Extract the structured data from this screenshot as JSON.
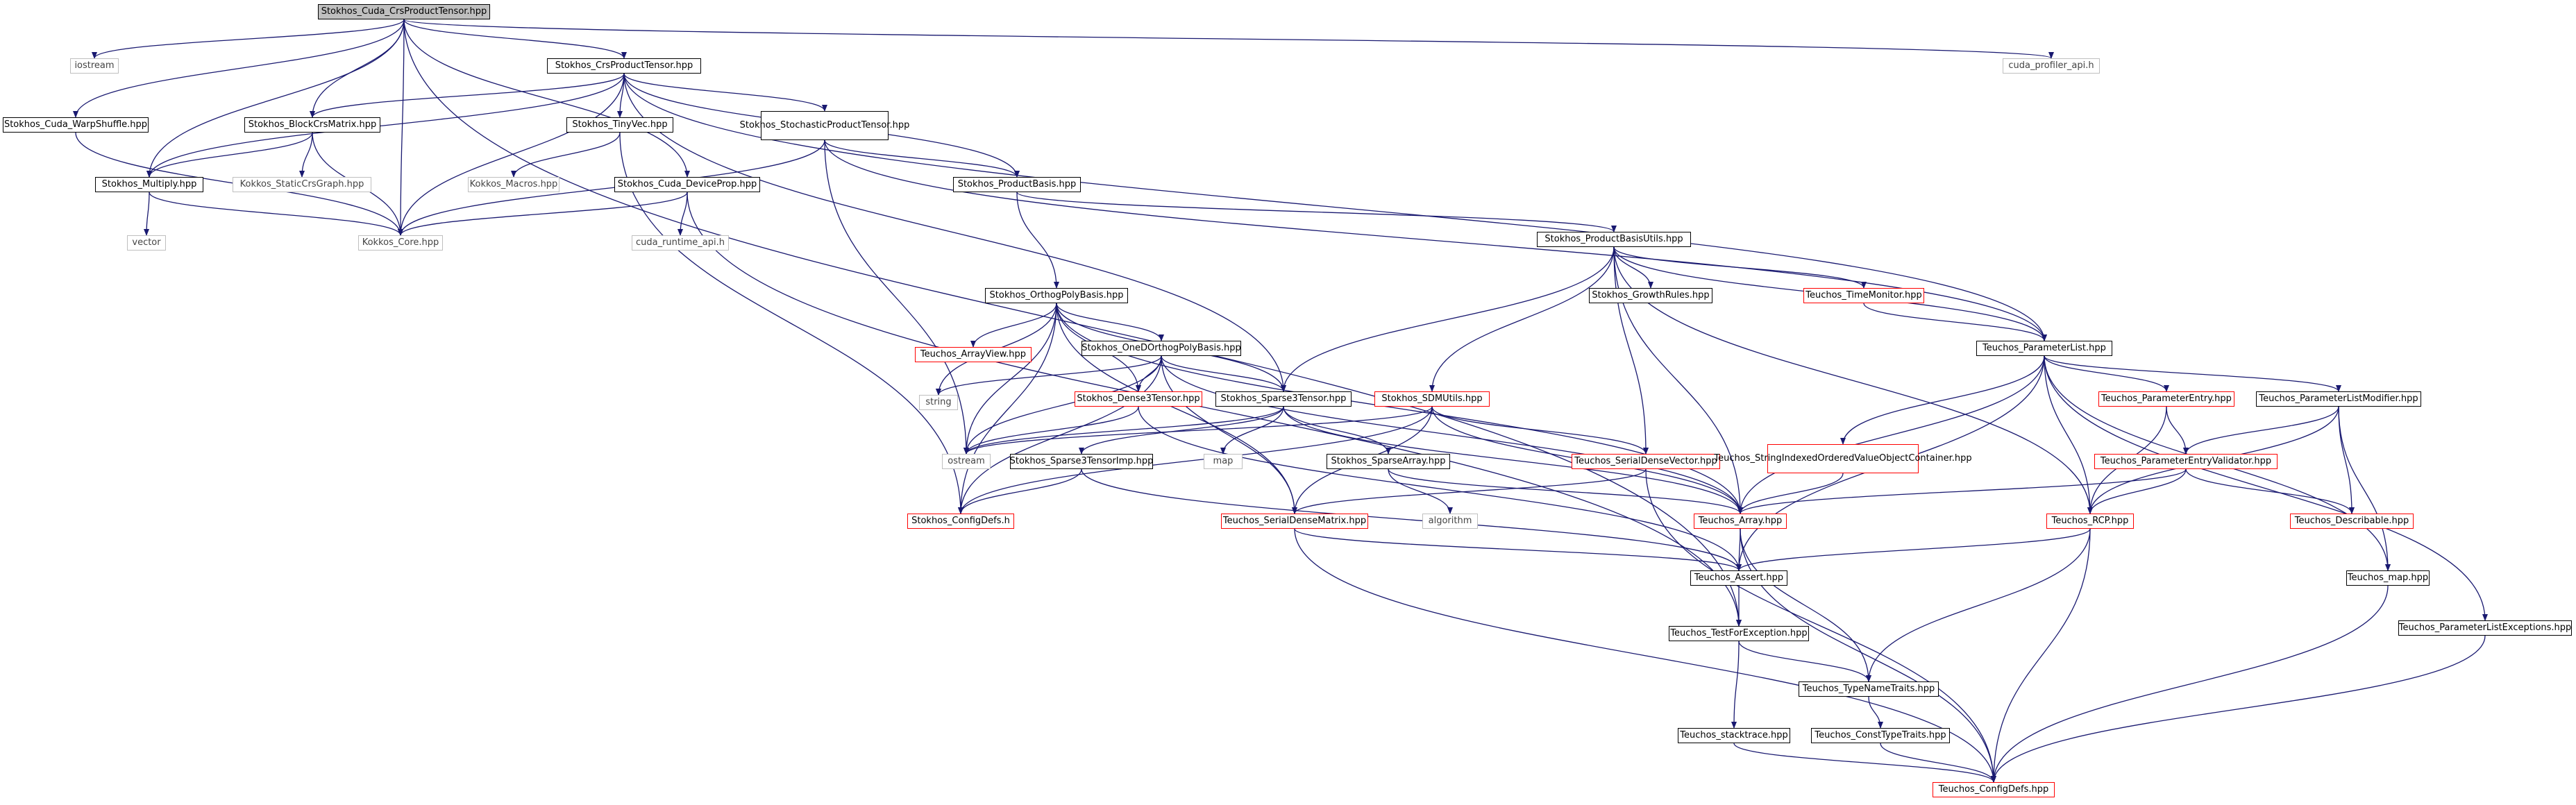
{
  "graph": {
    "nodes": [
      {
        "id": "root",
        "label": "Stokhos_Cuda_CrsProductTensor.hpp",
        "kind": "root"
      },
      {
        "id": "iostream",
        "label": "iostream",
        "kind": "ext"
      },
      {
        "id": "crs",
        "label": "Stokhos_CrsProductTensor.hpp",
        "kind": "normal"
      },
      {
        "id": "cudaprof",
        "label": "cuda_profiler_api.h",
        "kind": "ext"
      },
      {
        "id": "warp",
        "label": "Stokhos_Cuda_WarpShuffle.hpp",
        "kind": "normal"
      },
      {
        "id": "blockcrs",
        "label": "Stokhos_BlockCrsMatrix.hpp",
        "kind": "normal"
      },
      {
        "id": "tinyvec",
        "label": "Stokhos_TinyVec.hpp",
        "kind": "normal"
      },
      {
        "id": "stochastic",
        "label": "Stokhos_StochasticProduct\nTensor.hpp",
        "kind": "normal"
      },
      {
        "id": "multiply",
        "label": "Stokhos_Multiply.hpp",
        "kind": "normal"
      },
      {
        "id": "staticgraph",
        "label": "Kokkos_StaticCrsGraph.hpp",
        "kind": "ext"
      },
      {
        "id": "kmacros",
        "label": "Kokkos_Macros.hpp",
        "kind": "ext"
      },
      {
        "id": "deviceprop",
        "label": "Stokhos_Cuda_DeviceProp.hpp",
        "kind": "normal"
      },
      {
        "id": "productbasis",
        "label": "Stokhos_ProductBasis.hpp",
        "kind": "normal"
      },
      {
        "id": "vector",
        "label": "vector",
        "kind": "ext"
      },
      {
        "id": "kcore",
        "label": "Kokkos_Core.hpp",
        "kind": "ext"
      },
      {
        "id": "cudart",
        "label": "cuda_runtime_api.h",
        "kind": "ext"
      },
      {
        "id": "pbutils",
        "label": "Stokhos_ProductBasisUtils.hpp",
        "kind": "normal"
      },
      {
        "id": "orthog",
        "label": "Stokhos_OrthogPolyBasis.hpp",
        "kind": "normal"
      },
      {
        "id": "growth",
        "label": "Stokhos_GrowthRules.hpp",
        "kind": "normal"
      },
      {
        "id": "timemon",
        "label": "Teuchos_TimeMonitor.hpp",
        "kind": "red"
      },
      {
        "id": "arrayview",
        "label": "Teuchos_ArrayView.hpp",
        "kind": "red"
      },
      {
        "id": "oned",
        "label": "Stokhos_OneDOrthogPolyBasis.hpp",
        "kind": "normal"
      },
      {
        "id": "plist",
        "label": "Teuchos_ParameterList.hpp",
        "kind": "normal"
      },
      {
        "id": "string",
        "label": "string",
        "kind": "ext"
      },
      {
        "id": "dense3",
        "label": "Stokhos_Dense3Tensor.hpp",
        "kind": "red"
      },
      {
        "id": "sparse3",
        "label": "Stokhos_Sparse3Tensor.hpp",
        "kind": "normal"
      },
      {
        "id": "sdmutils",
        "label": "Stokhos_SDMUtils.hpp",
        "kind": "red"
      },
      {
        "id": "pentry",
        "label": "Teuchos_ParameterEntry.hpp",
        "kind": "red"
      },
      {
        "id": "plmod",
        "label": "Teuchos_ParameterListModifier.hpp",
        "kind": "normal"
      },
      {
        "id": "ostream",
        "label": "ostream",
        "kind": "ext"
      },
      {
        "id": "map",
        "label": "map",
        "kind": "ext"
      },
      {
        "id": "sparse3imp",
        "label": "Stokhos_Sparse3TensorImp.hpp",
        "kind": "normal"
      },
      {
        "id": "sparsearray",
        "label": "Stokhos_SparseArray.hpp",
        "kind": "normal"
      },
      {
        "id": "sdv",
        "label": "Teuchos_SerialDenseVector.hpp",
        "kind": "red"
      },
      {
        "id": "strindexed",
        "label": "Teuchos_StringIndexedOrdered\nValueObjectContainer.hpp",
        "kind": "red"
      },
      {
        "id": "pev",
        "label": "Teuchos_ParameterEntryValidator.hpp",
        "kind": "red"
      },
      {
        "id": "configdefs",
        "label": "Stokhos_ConfigDefs.h",
        "kind": "red"
      },
      {
        "id": "sdm",
        "label": "Teuchos_SerialDenseMatrix.hpp",
        "kind": "red"
      },
      {
        "id": "algorithm",
        "label": "algorithm",
        "kind": "ext"
      },
      {
        "id": "tarray",
        "label": "Teuchos_Array.hpp",
        "kind": "red"
      },
      {
        "id": "rcp",
        "label": "Teuchos_RCP.hpp",
        "kind": "red"
      },
      {
        "id": "describable",
        "label": "Teuchos_Describable.hpp",
        "kind": "red"
      },
      {
        "id": "assert",
        "label": "Teuchos_Assert.hpp",
        "kind": "normal"
      },
      {
        "id": "tmap",
        "label": "Teuchos_map.hpp",
        "kind": "normal"
      },
      {
        "id": "testforexc",
        "label": "Teuchos_TestForException.hpp",
        "kind": "normal"
      },
      {
        "id": "plexc",
        "label": "Teuchos_ParameterListExceptions.hpp",
        "kind": "normal"
      },
      {
        "id": "typename",
        "label": "Teuchos_TypeNameTraits.hpp",
        "kind": "normal"
      },
      {
        "id": "stacktrace",
        "label": "Teuchos_stacktrace.hpp",
        "kind": "normal"
      },
      {
        "id": "consttype",
        "label": "Teuchos_ConstTypeTraits.hpp",
        "kind": "normal"
      },
      {
        "id": "tconfig",
        "label": "Teuchos_ConfigDefs.hpp",
        "kind": "red"
      }
    ],
    "edges": [
      [
        "root",
        "iostream"
      ],
      [
        "root",
        "crs"
      ],
      [
        "root",
        "cudaprof"
      ],
      [
        "root",
        "warp"
      ],
      [
        "root",
        "blockcrs"
      ],
      [
        "root",
        "multiply"
      ],
      [
        "root",
        "kcore"
      ],
      [
        "root",
        "deviceprop"
      ],
      [
        "root",
        "testforexc"
      ],
      [
        "crs",
        "blockcrs"
      ],
      [
        "crs",
        "tinyvec"
      ],
      [
        "crs",
        "stochastic"
      ],
      [
        "crs",
        "multiply"
      ],
      [
        "crs",
        "kcore"
      ],
      [
        "crs",
        "productbasis"
      ],
      [
        "crs",
        "sparse3"
      ],
      [
        "crs",
        "plist"
      ],
      [
        "warp",
        "kcore"
      ],
      [
        "blockcrs",
        "multiply"
      ],
      [
        "blockcrs",
        "staticgraph"
      ],
      [
        "blockcrs",
        "kcore"
      ],
      [
        "multiply",
        "vector"
      ],
      [
        "multiply",
        "kcore"
      ],
      [
        "tinyvec",
        "kmacros"
      ],
      [
        "tinyvec",
        "configdefs"
      ],
      [
        "stochastic",
        "kcore"
      ],
      [
        "stochastic",
        "productbasis"
      ],
      [
        "stochastic",
        "ostream"
      ],
      [
        "stochastic",
        "plist"
      ],
      [
        "deviceprop",
        "kcore"
      ],
      [
        "deviceprop",
        "cudart"
      ],
      [
        "deviceprop",
        "testforexc"
      ],
      [
        "productbasis",
        "pbutils"
      ],
      [
        "productbasis",
        "orthog"
      ],
      [
        "pbutils",
        "growth"
      ],
      [
        "pbutils",
        "timemon"
      ],
      [
        "pbutils",
        "sparse3"
      ],
      [
        "pbutils",
        "sdmutils"
      ],
      [
        "pbutils",
        "sdv"
      ],
      [
        "pbutils",
        "tarray"
      ],
      [
        "pbutils",
        "rcp"
      ],
      [
        "pbutils",
        "plist"
      ],
      [
        "orthog",
        "arrayview"
      ],
      [
        "orthog",
        "oned"
      ],
      [
        "orthog",
        "string"
      ],
      [
        "orthog",
        "dense3"
      ],
      [
        "orthog",
        "sparse3"
      ],
      [
        "orthog",
        "ostream"
      ],
      [
        "orthog",
        "configdefs"
      ],
      [
        "orthog",
        "sdm"
      ],
      [
        "orthog",
        "tarray"
      ],
      [
        "oned",
        "string"
      ],
      [
        "oned",
        "dense3"
      ],
      [
        "oned",
        "sparse3"
      ],
      [
        "oned",
        "ostream"
      ],
      [
        "oned",
        "configdefs"
      ],
      [
        "oned",
        "sdm"
      ],
      [
        "oned",
        "tarray"
      ],
      [
        "timemon",
        "plist"
      ],
      [
        "dense3",
        "ostream"
      ],
      [
        "dense3",
        "assert"
      ],
      [
        "sparse3",
        "ostream"
      ],
      [
        "sparse3",
        "map"
      ],
      [
        "sparse3",
        "sparse3imp"
      ],
      [
        "sparse3",
        "sparsearray"
      ],
      [
        "sparse3",
        "tarray"
      ],
      [
        "sdmutils",
        "ostream"
      ],
      [
        "sdmutils",
        "sdv"
      ],
      [
        "sdmutils",
        "sdm"
      ],
      [
        "sdmutils",
        "configdefs"
      ],
      [
        "sdmutils",
        "tarray"
      ],
      [
        "sparse3imp",
        "configdefs"
      ],
      [
        "sparse3imp",
        "assert"
      ],
      [
        "sparsearray",
        "algorithm"
      ],
      [
        "sparsearray",
        "tarray"
      ],
      [
        "sdv",
        "sdm"
      ],
      [
        "sdv",
        "tconfig"
      ],
      [
        "plist",
        "strindexed"
      ],
      [
        "plist",
        "pentry"
      ],
      [
        "plist",
        "plmod"
      ],
      [
        "plist",
        "tarray"
      ],
      [
        "plist",
        "rcp"
      ],
      [
        "plist",
        "assert"
      ],
      [
        "plist",
        "tmap"
      ],
      [
        "plist",
        "plexc"
      ],
      [
        "pentry",
        "pev"
      ],
      [
        "pentry",
        "rcp"
      ],
      [
        "plmod",
        "pev"
      ],
      [
        "plmod",
        "describable"
      ],
      [
        "plmod",
        "rcp"
      ],
      [
        "plmod",
        "tmap"
      ],
      [
        "strindexed",
        "tarray"
      ],
      [
        "pev",
        "tarray"
      ],
      [
        "pev",
        "rcp"
      ],
      [
        "pev",
        "describable"
      ],
      [
        "sdm",
        "assert"
      ],
      [
        "sdm",
        "tconfig"
      ],
      [
        "tarray",
        "assert"
      ],
      [
        "tarray",
        "typename"
      ],
      [
        "tarray",
        "tconfig"
      ],
      [
        "rcp",
        "assert"
      ],
      [
        "rcp",
        "typename"
      ],
      [
        "rcp",
        "tconfig"
      ],
      [
        "assert",
        "testforexc"
      ],
      [
        "tmap",
        "tconfig"
      ],
      [
        "testforexc",
        "typename"
      ],
      [
        "testforexc",
        "stacktrace"
      ],
      [
        "typename",
        "consttype"
      ],
      [
        "consttype",
        "tconfig"
      ],
      [
        "stacktrace",
        "tconfig"
      ],
      [
        "plexc",
        "tconfig"
      ]
    ]
  }
}
